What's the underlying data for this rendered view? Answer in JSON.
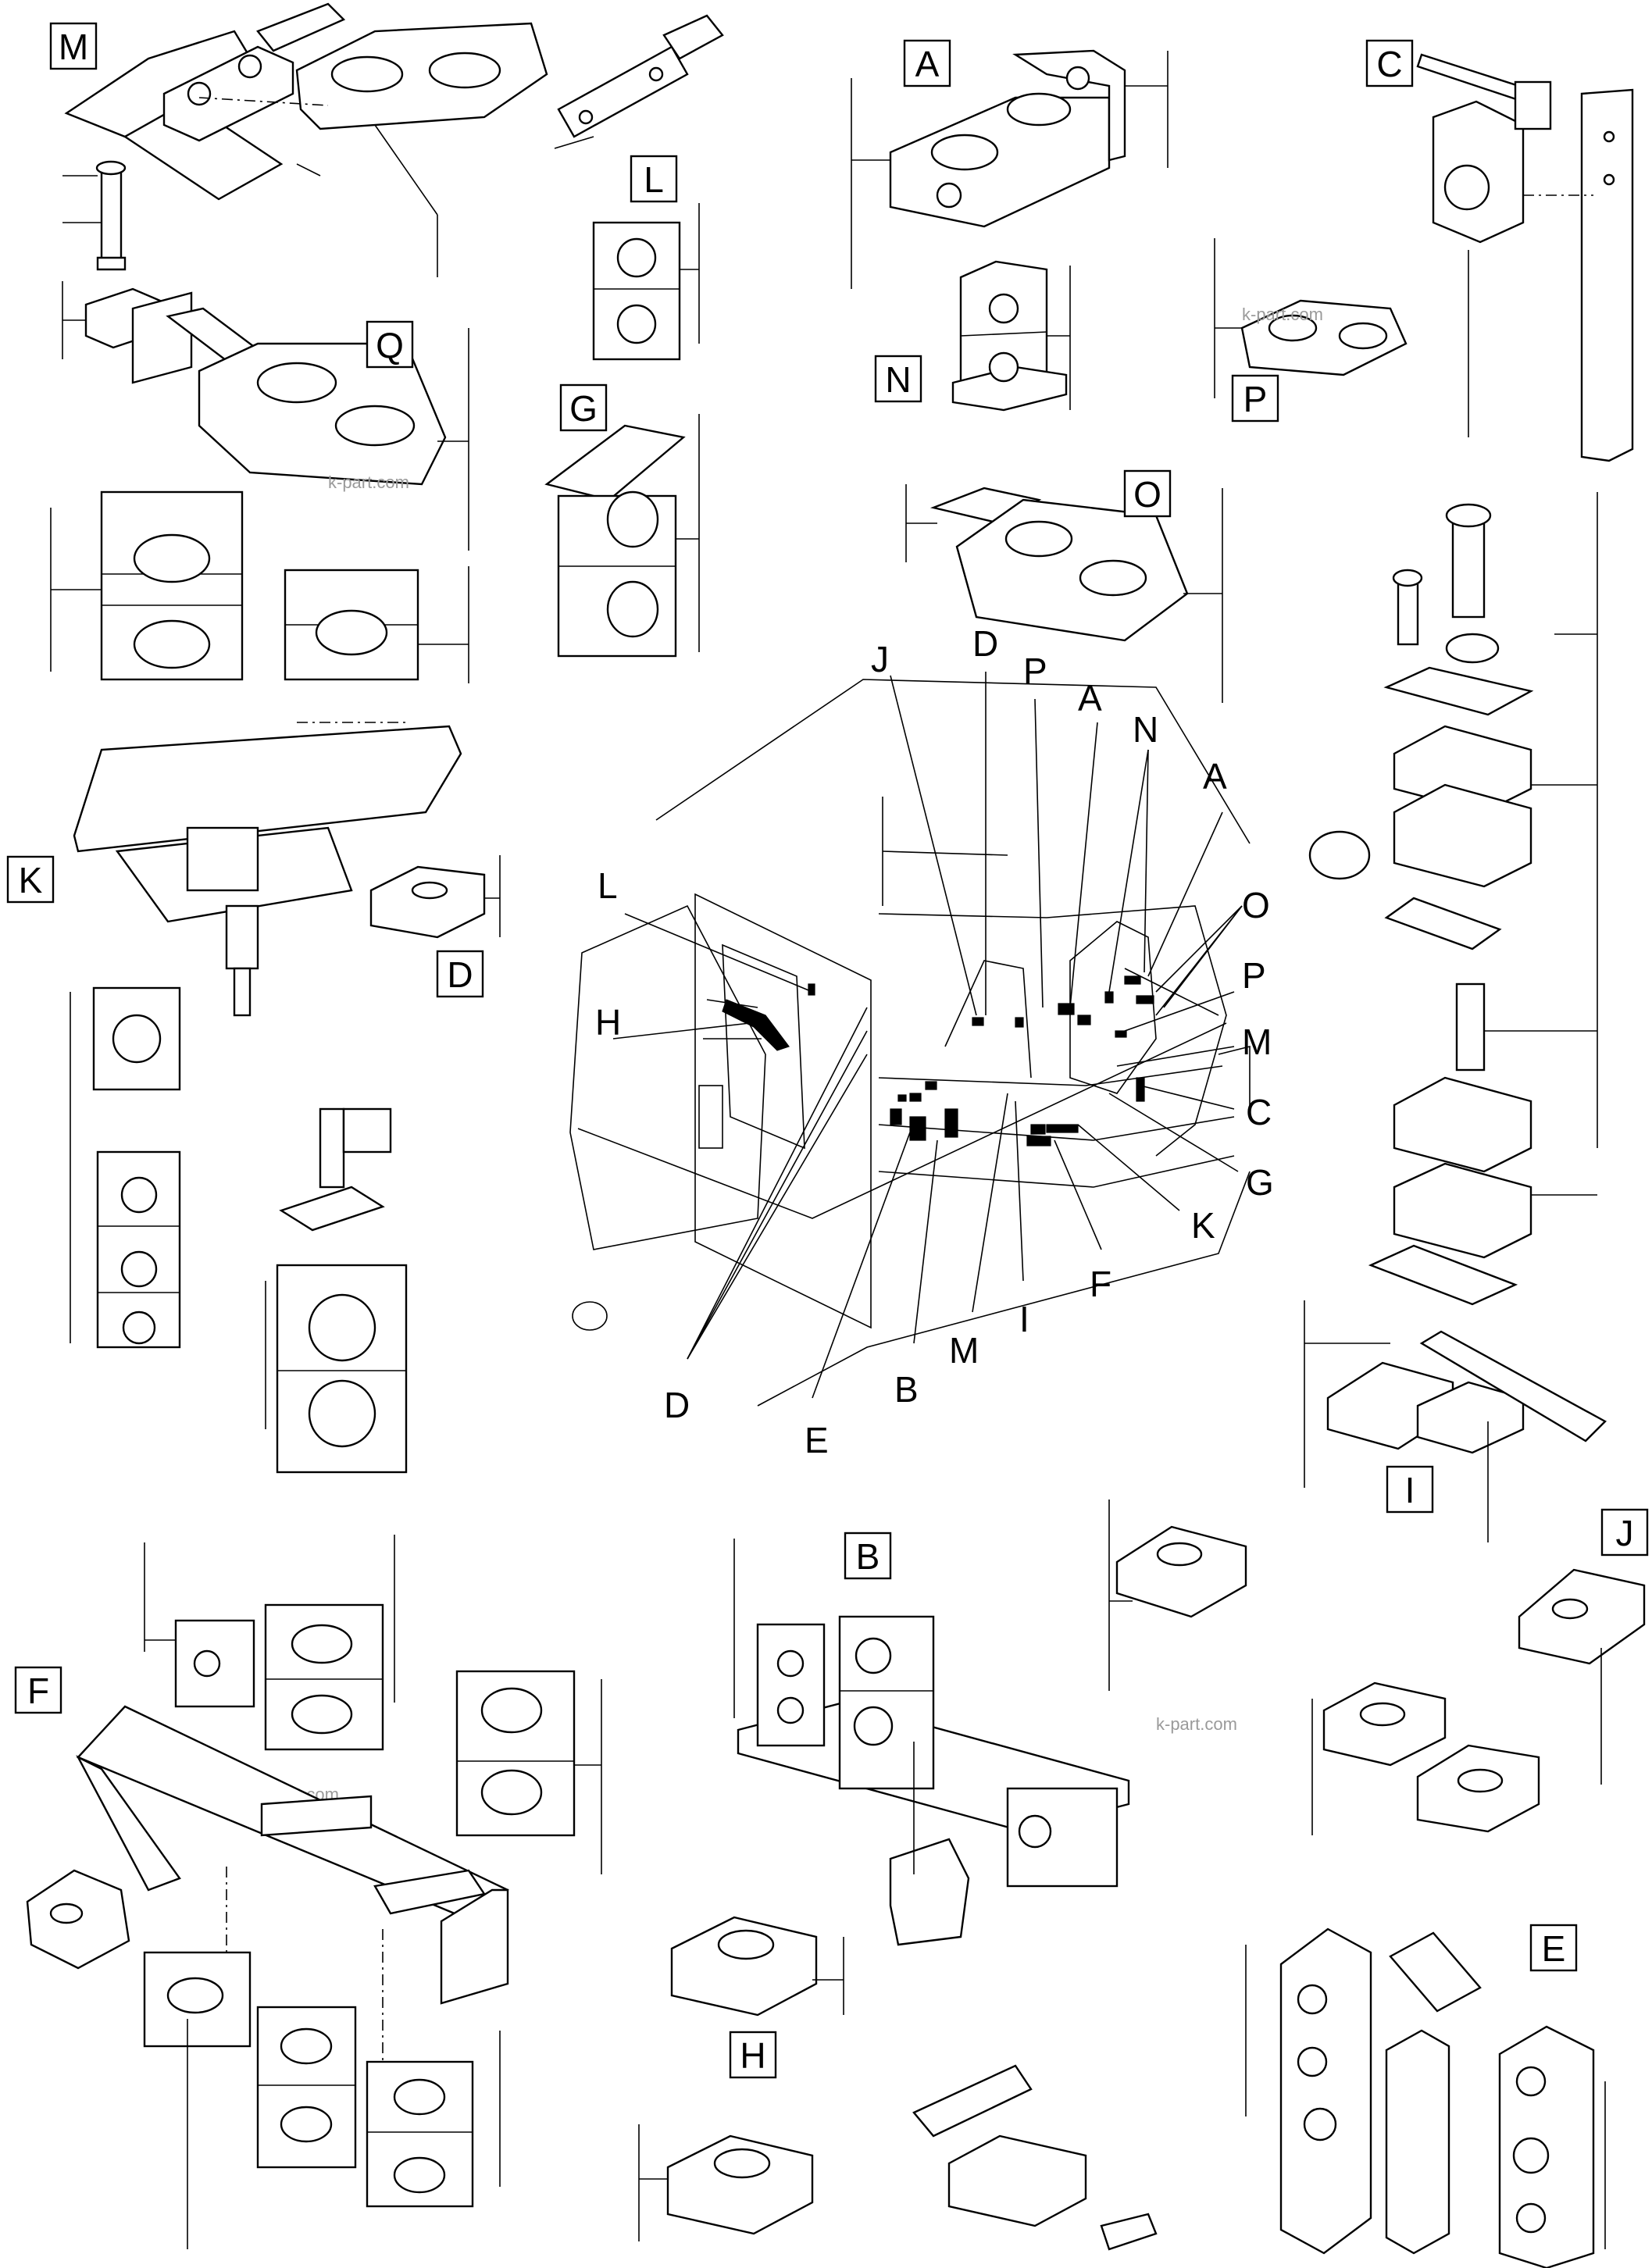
{
  "diagram": {
    "boxed_labels": [
      "M",
      "A",
      "C",
      "L",
      "Q",
      "G",
      "N",
      "P",
      "O",
      "K",
      "D",
      "I",
      "J",
      "B",
      "F",
      "H",
      "E"
    ],
    "center_callouts": [
      "J",
      "D",
      "P",
      "A",
      "N",
      "A",
      "O",
      "L",
      "P",
      "H",
      "M",
      "C",
      "G",
      "K",
      "F",
      "I",
      "M",
      "B",
      "E",
      "D"
    ],
    "watermark": "k-part.com"
  }
}
